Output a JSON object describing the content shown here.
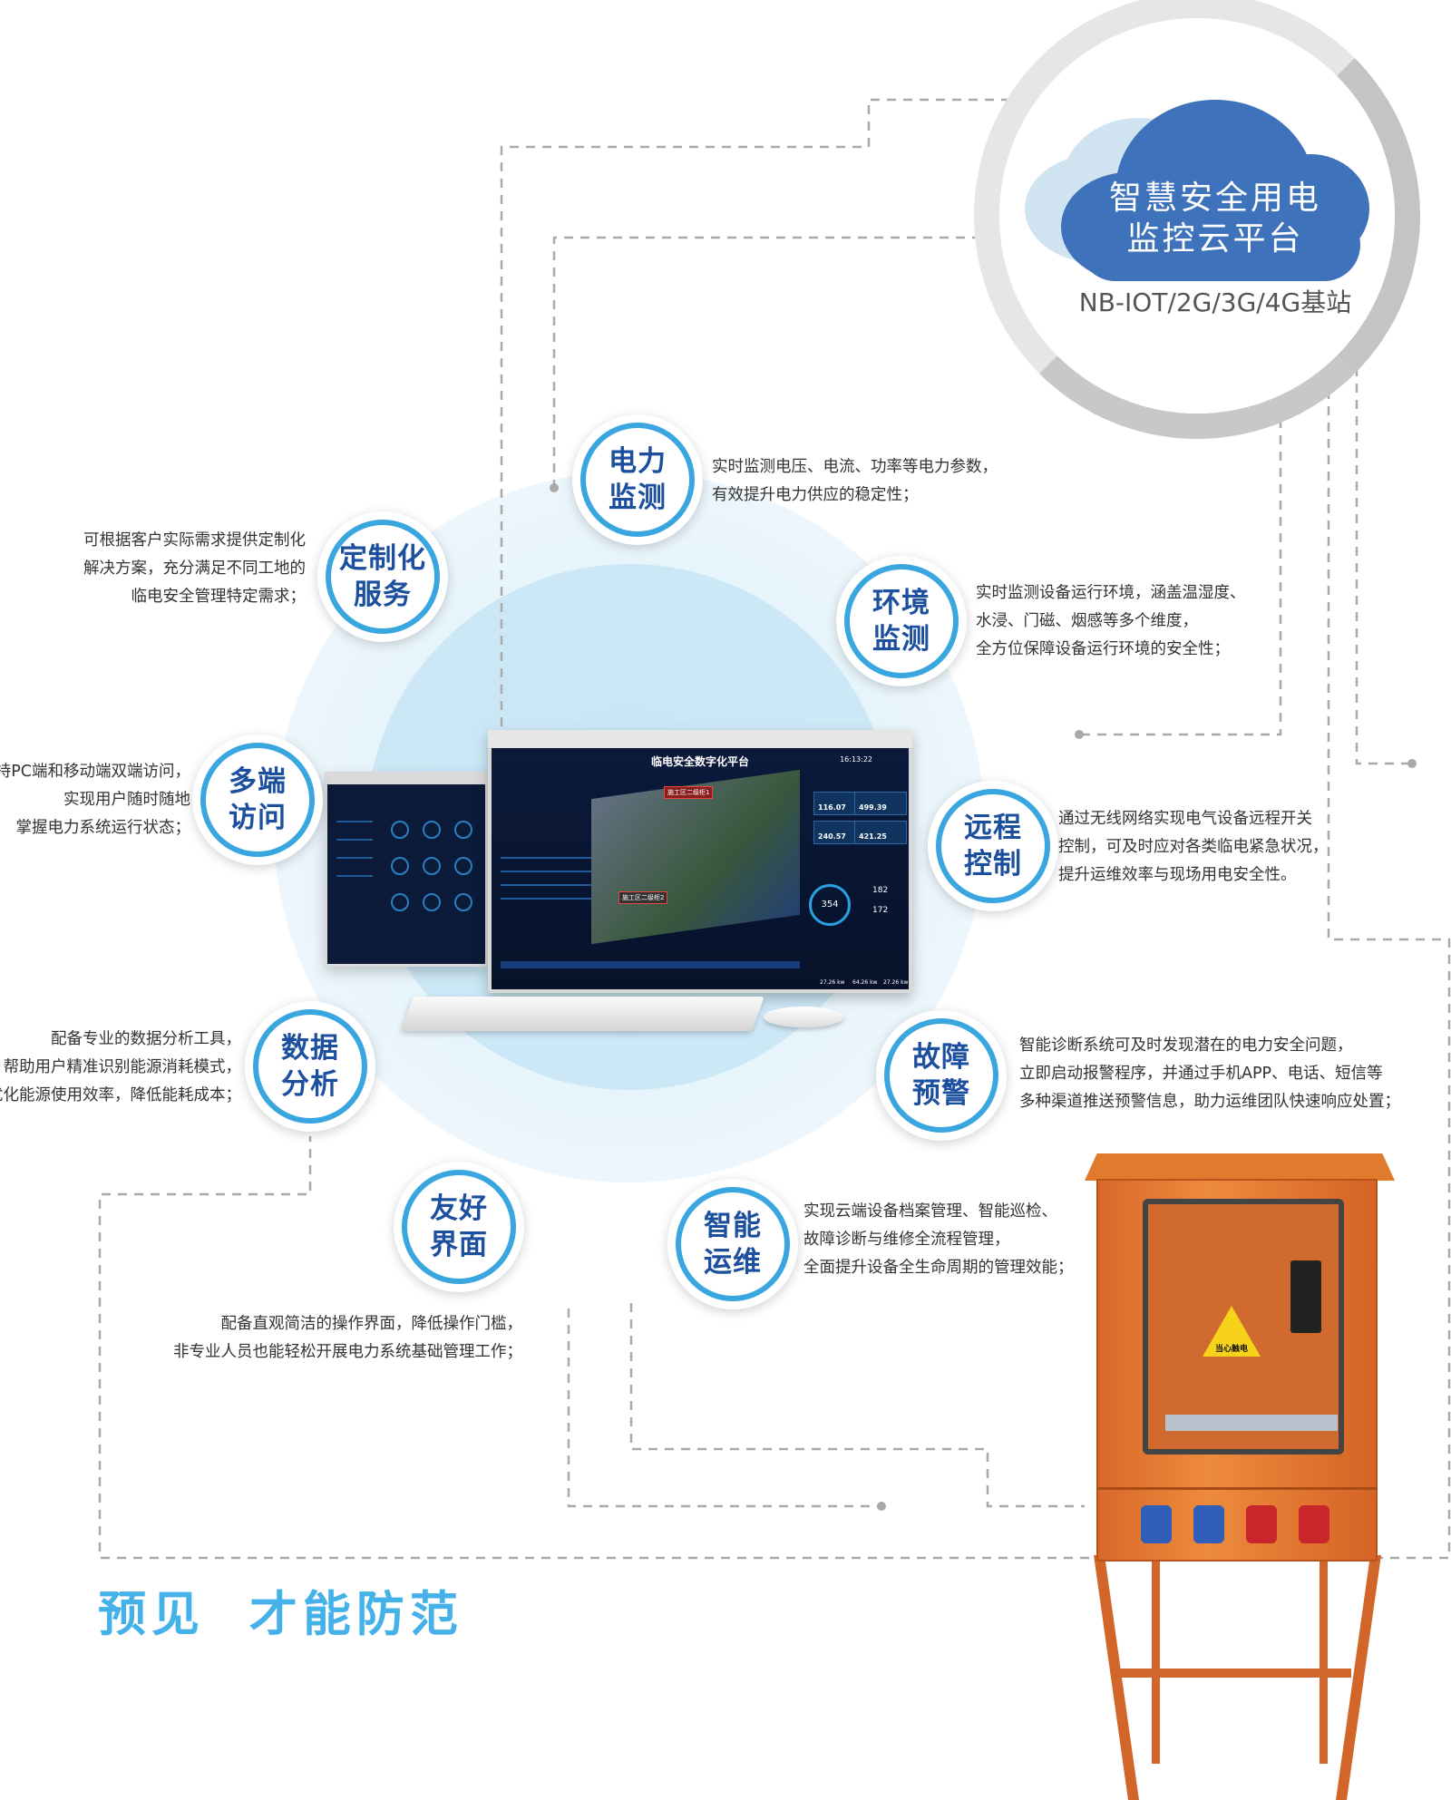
{
  "cloud": {
    "title_line1": "智慧安全用电",
    "title_line2": "监控云平台",
    "subtitle": "NB-IOT/2G/3G/4G基站"
  },
  "features": [
    {
      "title1": "电力",
      "title2": "监测",
      "desc": [
        "实时监测电压、电流、功率等电力参数，",
        "有效提升电力供应的稳定性；"
      ]
    },
    {
      "title1": "定制化",
      "title2": "服务",
      "desc": [
        "可根据客户实际需求提供定制化",
        "解决方案，充分满足不同工地的",
        "临电安全管理特定需求；"
      ]
    },
    {
      "title1": "环境",
      "title2": "监测",
      "desc": [
        "实时监测设备运行环境，涵盖温湿度、",
        "水浸、门磁、烟感等多个维度，",
        "全方位保障设备运行环境的安全性；"
      ]
    },
    {
      "title1": "多端",
      "title2": "访问",
      "desc": [
        "支持PC端和移动端双端访问，",
        "实现用户随时随地",
        "掌握电力系统运行状态；"
      ]
    },
    {
      "title1": "远程",
      "title2": "控制",
      "desc": [
        "通过无线网络实现电气设备远程开关",
        "控制，可及时应对各类临电紧急状况，",
        "提升运维效率与现场用电安全性。"
      ]
    },
    {
      "title1": "数据",
      "title2": "分析",
      "desc": [
        "配备专业的数据分析工具，",
        "帮助用户精准识别能源消耗模式，",
        "优化能源使用效率，降低能耗成本；"
      ]
    },
    {
      "title1": "故障",
      "title2": "预警",
      "desc": [
        "智能诊断系统可及时发现潜在的电力安全问题，",
        "立即启动报警程序，并通过手机APP、电话、短信等",
        "多种渠道推送预警信息，助力运维团队快速响应处置；"
      ]
    },
    {
      "title1": "友好",
      "title2": "界面",
      "desc": [
        "配备直观简洁的操作界面，降低操作门槛，",
        "非专业人员也能轻松开展电力系统基础管理工作；"
      ]
    },
    {
      "title1": "智能",
      "title2": "运维",
      "desc": [
        "实现云端设备档案管理、智能巡检、",
        "故障诊断与维修全流程管理，",
        "全面提升设备全生命周期的管理效能；"
      ]
    }
  ],
  "dashboard": {
    "title": "临电安全数字化平台",
    "time": "16:13:22",
    "stats": [
      "116.07",
      "499.39",
      "240.57",
      "421.25"
    ],
    "tags": [
      "施工区二级柜1",
      "施工区二级柜2"
    ],
    "gauge": "354",
    "gauge_values": [
      "182",
      "172"
    ],
    "kw": [
      "27.26 kw",
      "64.26 kw",
      "27.26 kw"
    ]
  },
  "cabinet": {
    "warning": "当心触电"
  },
  "slogan": "预见  才能防范",
  "colors": {
    "accent": "#3aa6df",
    "title_blue": "#1c4f9e",
    "cloud": "#3e72bb",
    "slogan": "#44b2e8",
    "cabinet": "#e07a2c"
  }
}
